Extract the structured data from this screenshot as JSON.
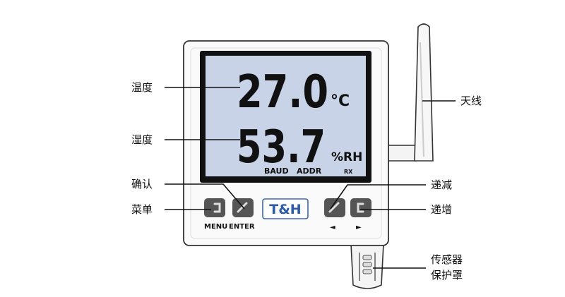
{
  "device": {
    "temperature": "27.0",
    "temperature_unit": "°C",
    "humidity": "53.7",
    "humidity_unit": "%RH",
    "indicator_baud": "BAUD",
    "indicator_addr": "ADDR",
    "indicator_rx": "RX",
    "logo": "T&H",
    "menu_label": "MENU",
    "enter_label": "ENTER",
    "left_arrow": "◄",
    "right_arrow": "►"
  },
  "callouts": {
    "temperature": "温度",
    "humidity": "湿度",
    "confirm": "确认",
    "menu": "菜单",
    "antenna": "天线",
    "decrement": "递减",
    "increment": "递增",
    "sensor_cover_line1": "传感器",
    "sensor_cover_line2": "保护罩"
  }
}
